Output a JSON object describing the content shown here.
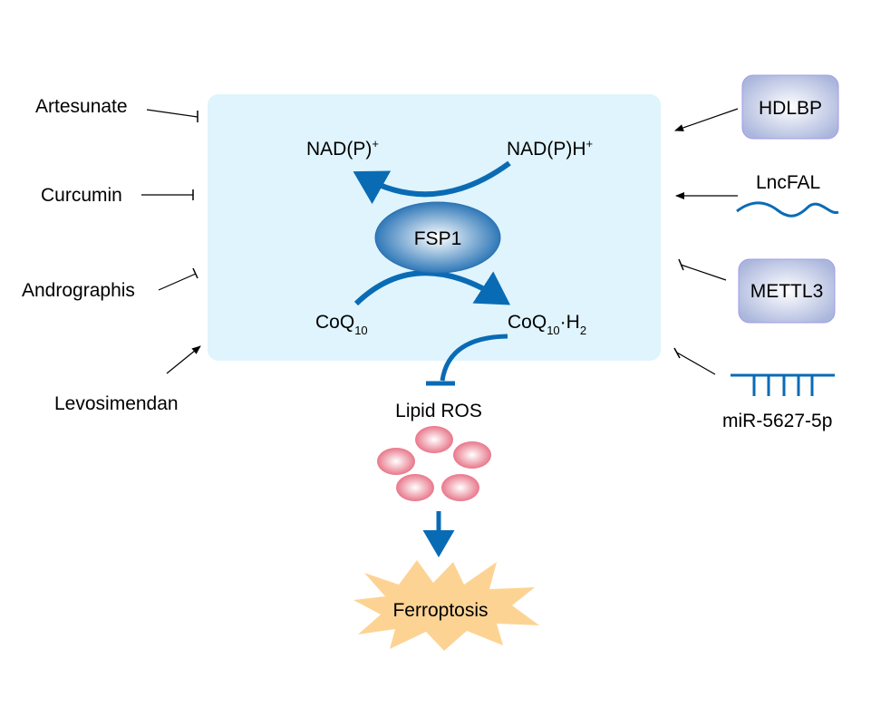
{
  "colors": {
    "panel": "#dff4fc",
    "arrow": "#0a6bb5",
    "ros": "#e87e8e",
    "burst": "#fdd394",
    "protein_box": "#b9c3e2"
  },
  "left_regulators": [
    {
      "label": "Artesunate",
      "effect": "inhibit"
    },
    {
      "label": "Curcumin",
      "effect": "inhibit"
    },
    {
      "label": "Andrographis",
      "effect": "inhibit"
    },
    {
      "label": "Levosimendan",
      "effect": "activate"
    }
  ],
  "right_regulators": [
    {
      "label": "HDLBP",
      "effect": "activate",
      "shape": "protein-box"
    },
    {
      "label": "LncFAL",
      "effect": "activate",
      "shape": "wavy-rna"
    },
    {
      "label": "METTL3",
      "effect": "inhibit",
      "shape": "protein-box"
    },
    {
      "label": "miR-5627-5p",
      "effect": "inhibit",
      "shape": "mirna-comb"
    }
  ],
  "center": {
    "enzyme": "FSP1",
    "nadp": "NAD(P)",
    "nadp_sup": "+",
    "nadph": "NAD(P)H",
    "nadph_sup": "+",
    "coq": "CoQ",
    "coq_sub": "10",
    "coqh2": "CoQ",
    "coqh2_sub": "10",
    "coqh2_suffix": "·H",
    "coqh2_suffix_sub": "2"
  },
  "lipid_ros": "Lipid ROS",
  "outcome": "Ferroptosis"
}
